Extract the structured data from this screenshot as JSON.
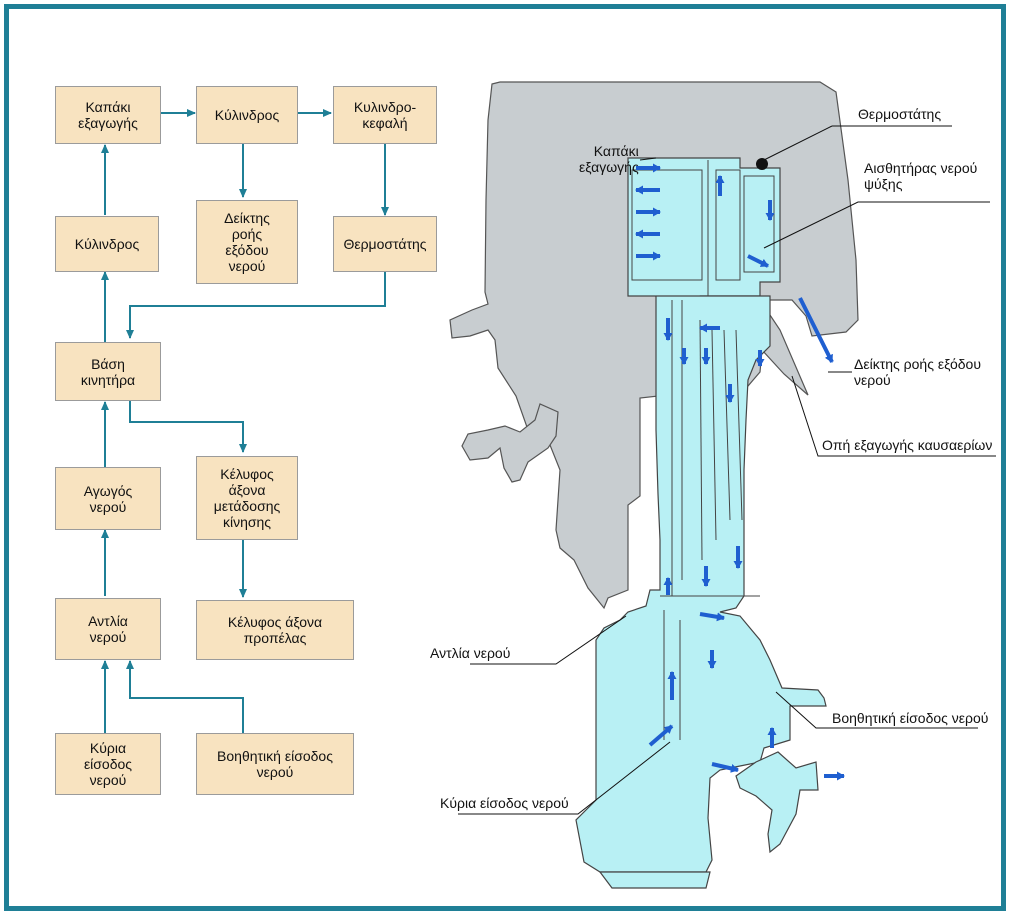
{
  "flowchart": {
    "boxes": {
      "exhaust_cover": "Καπάκι\nεξαγωγής",
      "cylinder_top": "Κύλινδρος",
      "cylinder_head": "Κυλινδρο-\nκεφαλή",
      "outlet_indicator": "Δείκτης\nροής\nεξόδου\nνερού",
      "cylinder_left": "Κύλινδρος",
      "thermostat": "Θερμοστάτης",
      "engine_base": "Βάση\nκινητήρα",
      "water_duct": "Αγωγός\nνερού",
      "drive_shaft_housing": "Κέλυφος\nάξονα\nμετάδοσης\nκίνησης",
      "water_pump": "Αντλία\nνερού",
      "propeller_shaft_housing": "Κέλυφος άξονα\nπροπέλας",
      "main_inlet": "Κύρια\nείσοδος\nνερού",
      "aux_inlet": "Βοηθητική είσοδος\nνερού"
    }
  },
  "engine_labels": {
    "thermostat": "Θερμοστάτης",
    "exhaust_cover": "Καπάκι\nεξαγωγής",
    "coolant_sensor": "Αισθητήρας νερού\nψύξης",
    "outlet_indicator": "Δείκτης ροής εξόδου\nνερού",
    "exhaust_port": "Οπή εξαγωγής καυσαερίων",
    "water_pump": "Αντλία νερού",
    "aux_inlet": "Βοηθητική είσοδος νερού",
    "main_inlet": "Κύρια είσοδος νερού"
  },
  "colors": {
    "frame": "#1f7f96",
    "box_fill": "#f8e3c0",
    "arrow": "#1f7f96",
    "engine_body": "#c8cdd0",
    "water": "#b8f0f4",
    "flow_arrow": "#1f5fd0"
  }
}
